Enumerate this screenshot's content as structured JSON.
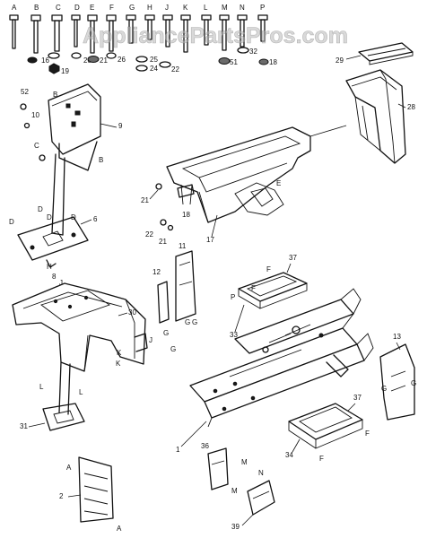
{
  "watermark": "AppliancePartsPros.com",
  "hardware": {
    "letters": [
      "A",
      "B",
      "C",
      "D",
      "E",
      "F",
      "G",
      "H",
      "J",
      "K",
      "L",
      "M",
      "N",
      "P"
    ],
    "numbers": [
      "16",
      "19",
      "20",
      "21",
      "26",
      "25",
      "24",
      "22",
      "51",
      "32",
      "18"
    ]
  },
  "callouts": {
    "n29": "29",
    "n28": "28",
    "n52": "52",
    "n10": "10",
    "n9": "9",
    "n21a": "21",
    "n18": "18",
    "n22": "22",
    "n21b": "21",
    "n17": "17",
    "n6": "6",
    "n8": "8",
    "n11": "11",
    "n12": "12",
    "n37a": "37",
    "n33": "33",
    "n30": "30",
    "n13": "13",
    "n31": "31",
    "n1": "1",
    "n37b": "37",
    "n34": "34",
    "n36": "36",
    "n2": "2",
    "n39": "39"
  },
  "letters": {
    "b1": "B",
    "b2": "B",
    "c1": "C",
    "e1": "E",
    "d1": "D",
    "d2": "D",
    "d3": "D",
    "d4": "D",
    "h1": "H",
    "j1": "J",
    "k1": "K",
    "l1": "L",
    "l2": "L",
    "j2": "J",
    "l3": "L",
    "g1": "G",
    "g2": "G",
    "g3": "G",
    "f1": "F",
    "f2": "F",
    "p1": "P",
    "k2": "K",
    "g4": "G",
    "g5": "G",
    "g6": "G",
    "f3": "F",
    "f4": "F",
    "m1": "M",
    "m2": "M",
    "n1": "N",
    "a1": "A",
    "a2": "A"
  }
}
